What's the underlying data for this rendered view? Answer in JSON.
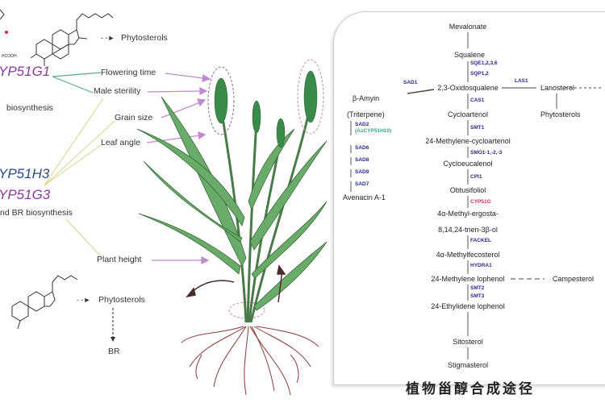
{
  "left": {
    "phytosterols_top": "Phytosterols",
    "hcooh": "HCOOH",
    "gene_g1": "YP51G1",
    "g1_caption": "biosynthesis",
    "gene_h3": "YP51H3",
    "gene_g3": "YP51G3",
    "g3_caption": "nd BR biosynthesis",
    "traits": [
      "Flowering time",
      "Male sterility",
      "Grain size",
      "Leaf angle",
      "Plant height"
    ],
    "phytosterols_bottom": "Phytosterols",
    "br": "BR"
  },
  "pathway": {
    "metabolites": {
      "mevalonate": "Mevalonate",
      "squalene": "Squalene",
      "oxidosqualene": "2,3-Oxidosqualene",
      "lanosterol": "Lanosterol",
      "phytosterols": "Phytosterols",
      "amyrin": "β-Amyin",
      "triterpene": "(Triterpene)",
      "avenacin": "Avenacin A-1",
      "cycloartenol": "Cycloartenol",
      "methylene_cycloartenol": "24-Methylene-cycloartenol",
      "cycloeucalenol": "Cycloeucalenol",
      "obtusifoliol": "Obtusifoliol",
      "methyl_ergosta_1": "4α-Methyl-ergosta-",
      "methyl_ergosta_2": "8,14,24-trien-3β-ol",
      "methylfecosterol": "4α-Methylfecosterol",
      "methylene_lophenol": "24-Methylene lophenol",
      "campesterol": "Campesterol",
      "ethylidene_lophenol": "24-Ethylidene lophenol",
      "sitosterol": "Sitosterol",
      "stigmasterol": "Stigmasterol"
    },
    "enzymes": {
      "sqe": "SQE1,2,3,6",
      "sqp": "SQP1,2",
      "sad1": "SAD1",
      "las1": "LAS1",
      "cas1": "CAS1",
      "sad2": "SAD2",
      "ascyp": "(AsCYP51H10)",
      "smt1": "SMT1",
      "sad6": "SAD6",
      "sad8": "SAD8",
      "smo": "SMO1-1,-2,-3",
      "sad9": "SAD9",
      "cpi1": "CPI1",
      "sad7": "SAD7",
      "cyp51g": "CYP51G",
      "fackel": "FACKEL",
      "hydra1": "HYDRA1",
      "smt2": "SMT2",
      "smt3": "SMT3"
    },
    "colors": {
      "enzyme": "#2a2a8c",
      "cyp51": "#c0305a",
      "ascyp": "#2aa88a",
      "trait_arrow": "#c08ad0",
      "gene_line": "#5aa890",
      "gene_line2": "#c8c87a"
    }
  },
  "caption": "植物甾醇合成途径"
}
